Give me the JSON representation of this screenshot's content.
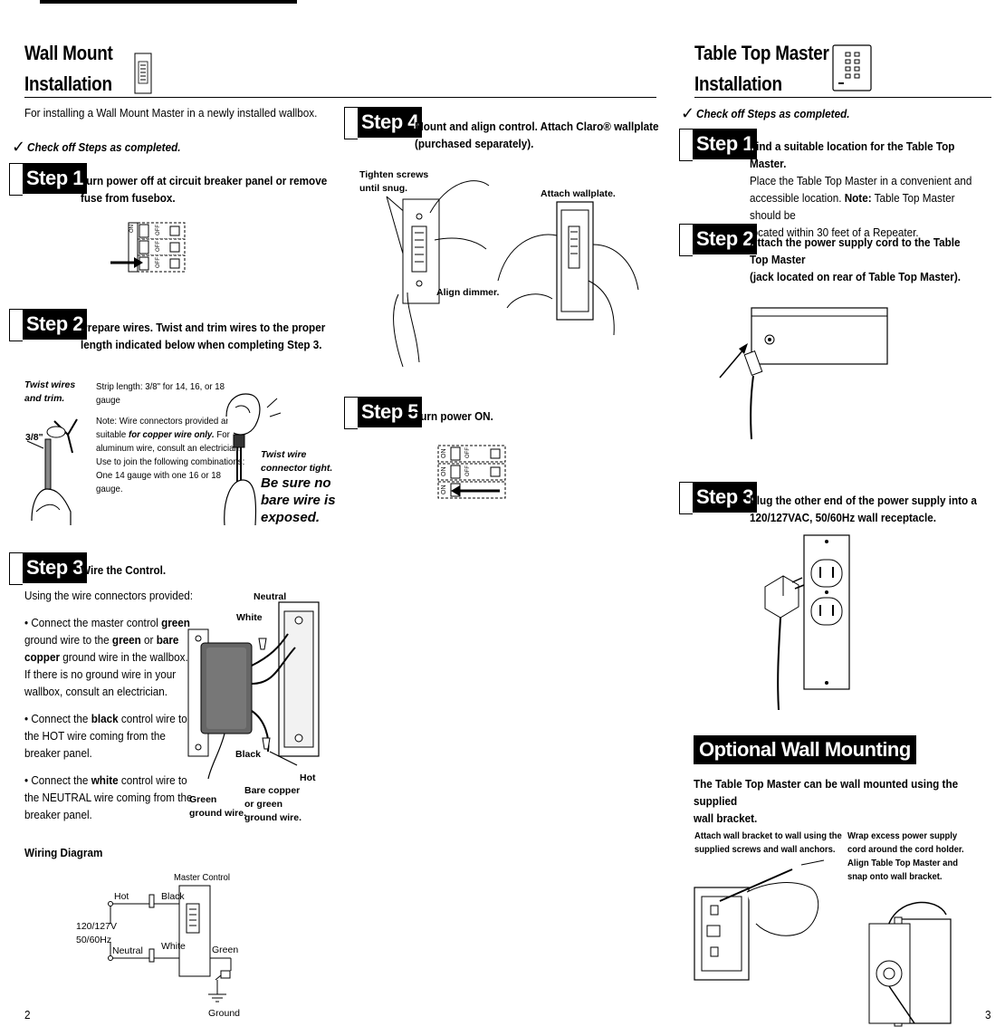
{
  "left_page": {
    "title_line1": "Wall Mount",
    "title_line2": "Installation",
    "intro": "For installing a Wall Mount Master in a newly installed wallbox.",
    "check_note": "Check off Steps as completed.",
    "step1": {
      "label": "Step 1",
      "line1": "Turn power off at circuit breaker panel or remove",
      "line2": "fuse from fusebox."
    },
    "step2": {
      "label": "Step 2",
      "line1": "Prepare wires. Twist and trim wires to the proper",
      "line2": "length indicated below when completing Step 3."
    },
    "step2_fig": {
      "twist_label_1": "Twist wires",
      "twist_label_2": "and trim.",
      "measure": "3/8\"",
      "strip_line1": "Strip length: 3/8\" for 14, 16, or 18",
      "strip_line2": "gauge",
      "note_line1": "Note: Wire connectors provided are",
      "note_line2_a": "suitable ",
      "note_line2_b": "for copper wire only.",
      "note_line2_c": " For",
      "note_line3": "aluminum wire, consult an electrician.",
      "note_line4": "Use to join the following combinations:",
      "note_line5": "One 14 gauge with one 16 or 18",
      "note_line6": "gauge.",
      "tight_1": "Twist wire",
      "tight_2": "connector tight.",
      "warn_1": "Be sure no",
      "warn_2": "bare wire is",
      "warn_3": "exposed."
    },
    "step3": {
      "label": "Step 3",
      "line1": "Wire the Control."
    },
    "step3_body": {
      "intro": "Using the wire connectors provided:",
      "b1_l1_a": "• Connect the master control ",
      "b1_l1_b": "green",
      "b1_l2_a": "ground wire to the ",
      "b1_l2_b": "green",
      "b1_l2_c": " or ",
      "b1_l2_d": "bare",
      "b1_l3_a": "copper",
      "b1_l3_b": " ground wire in the wallbox.",
      "b1_l4": "If there is no ground wire in your",
      "b1_l5": "wallbox, consult an electrician.",
      "b2_l1_a": "• Connect the ",
      "b2_l1_b": "black",
      "b2_l1_c": " control wire to",
      "b2_l2": "the HOT wire coming from the",
      "b2_l3": "breaker panel.",
      "b3_l1_a": "• Connect the ",
      "b3_l1_b": "white",
      "b3_l1_c": " control wire to",
      "b3_l2": "the NEUTRAL wire coming from the",
      "b3_l3": "breaker panel."
    },
    "step3_fig": {
      "neutral": "Neutral",
      "white": "White",
      "black": "Black",
      "hot": "Hot",
      "green_1": "Green",
      "green_2": "ground wire.",
      "bare_1": "Bare copper",
      "bare_2": "or green",
      "bare_3": "ground wire."
    },
    "wiring_diagram": {
      "title": "Wiring Diagram",
      "master": "Master Control",
      "hot": "Hot",
      "black": "Black",
      "voltage_1": "120/127V",
      "voltage_2": "50/60Hz",
      "neutral": "Neutral",
      "white": "White",
      "green": "Green",
      "ground": "Ground"
    },
    "page_number": "2"
  },
  "middle": {
    "step4": {
      "label": "Step 4",
      "line1": "Mount and align control. Attach Claro® wallplate",
      "line2": "(purchased separately)."
    },
    "step4_fig": {
      "tighten_1": "Tighten screws",
      "tighten_2": "until snug.",
      "align": "Align dimmer.",
      "attach": "Attach wallplate."
    },
    "step5": {
      "label": "Step 5",
      "line1": "Turn power ON."
    }
  },
  "right_page": {
    "title_line1": "Table Top Master",
    "title_line2": "Installation",
    "check_note": "Check off Steps as completed.",
    "step1": {
      "label": "Step 1",
      "line1": "Find a suitable location for the Table Top Master.",
      "line2": "Place the Table Top Master in a convenient and",
      "line3": "accessible location. ",
      "line3_note": "Note:",
      "line3_b": " Table Top Master should be",
      "line4": "located within 30 feet of a Repeater."
    },
    "step2": {
      "label": "Step 2",
      "line1": "Attach the power supply cord to the Table Top Master",
      "line2": "(jack located on rear of Table Top Master)."
    },
    "step3": {
      "label": "Step 3",
      "line1": "Plug the other end of the power supply into a",
      "line2": "120/127VAC, 50/60Hz wall receptacle."
    },
    "optional": {
      "heading": "Optional Wall Mounting",
      "line1": "The Table Top Master can be wall mounted using the supplied",
      "line2": "wall bracket.",
      "cap_left_1": "Attach wall bracket to wall using the",
      "cap_left_2": "supplied screws and wall anchors.",
      "cap_right_1": "Wrap excess power supply",
      "cap_right_2": "cord around the cord holder.",
      "cap_right_3": "Align Table Top Master and",
      "cap_right_4": "snap onto wall bracket."
    },
    "page_number": "3"
  },
  "switch_labels": {
    "on": "ON",
    "off": "OFF"
  }
}
